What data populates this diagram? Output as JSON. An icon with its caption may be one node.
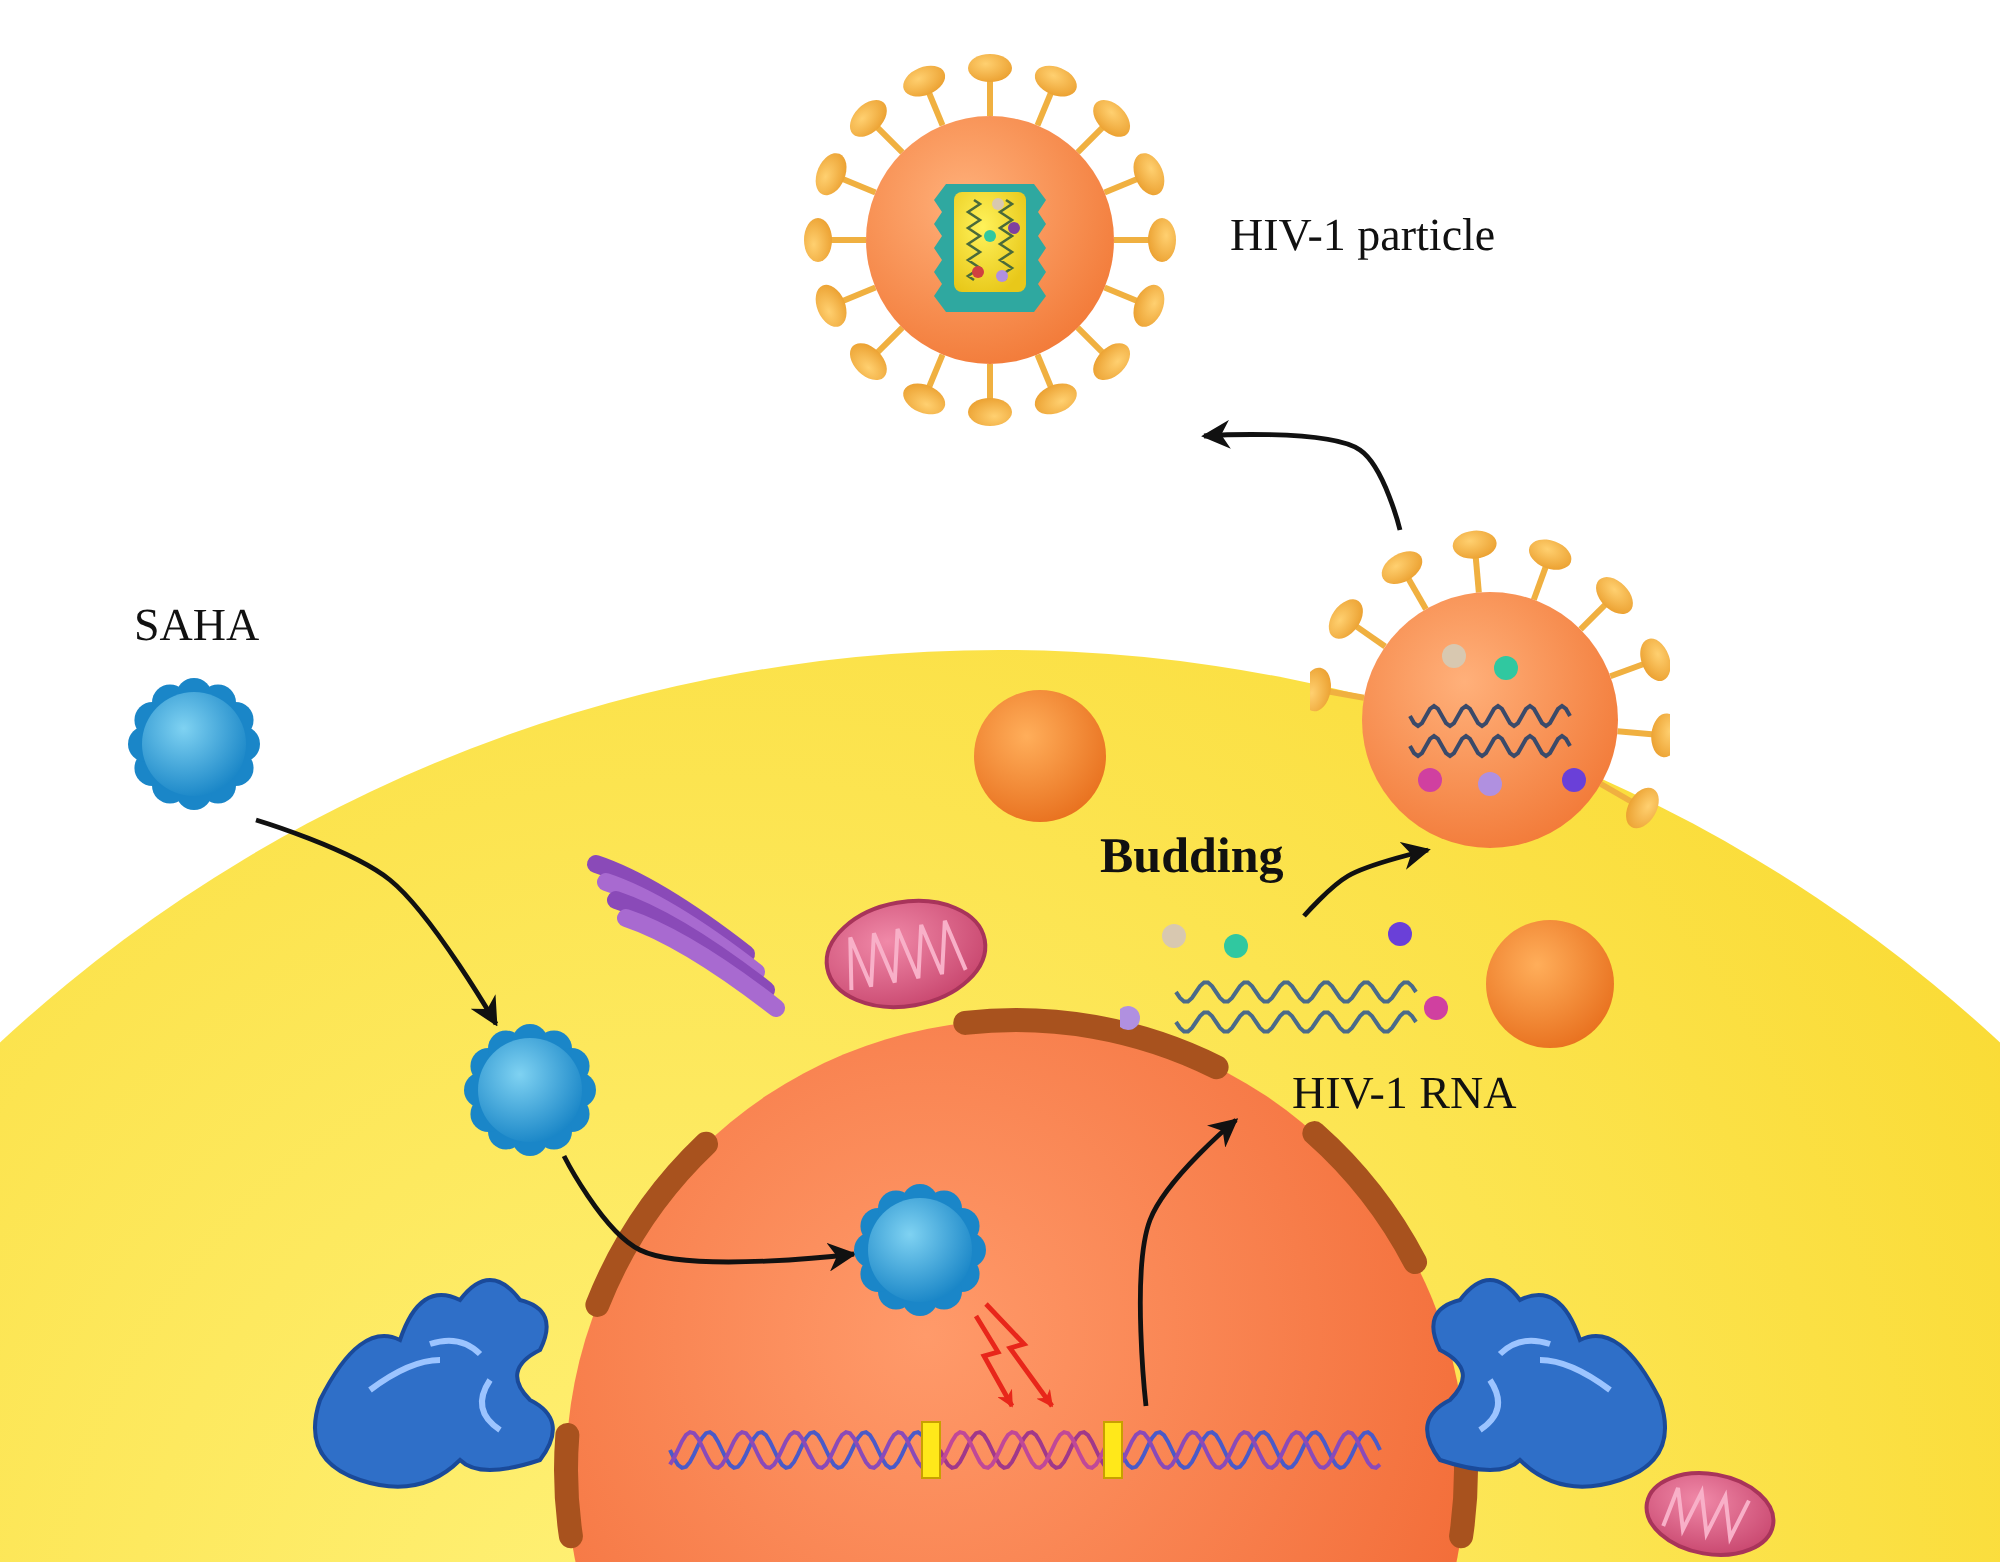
{
  "diagram": {
    "nodes": [
      {
        "text": [
          "SAHA"
        ]
      },
      {
        "text": [],
        "shape": "picture"
      },
      {
        "text": [],
        "shape": "picture"
      },
      {
        "text": [],
        "shape": "picture"
      },
      {
        "text": [
          "HIV-1 RNA"
        ]
      },
      {
        "text": [],
        "shape": "picture"
      },
      {
        "text": [
          "HIV-1 particle"
        ]
      }
    ],
    "edges": [
      {
        "from": 0,
        "to": 1,
        "arrow": "to"
      },
      {
        "from": 1,
        "to": 2,
        "arrow": "to"
      },
      {
        "from": 2,
        "to": 3,
        "arrow": "to",
        "color": "#e8261a"
      },
      {
        "from": 2,
        "to": 3,
        "arrow": "to",
        "color": "#e8261a"
      },
      {
        "from": 3,
        "to": 4,
        "arrow": "to"
      },
      {
        "from": 4,
        "to": 5,
        "arrow": "to",
        "label": "Budding"
      },
      {
        "from": 5,
        "to": 6,
        "arrow": "to"
      }
    ]
  }
}
